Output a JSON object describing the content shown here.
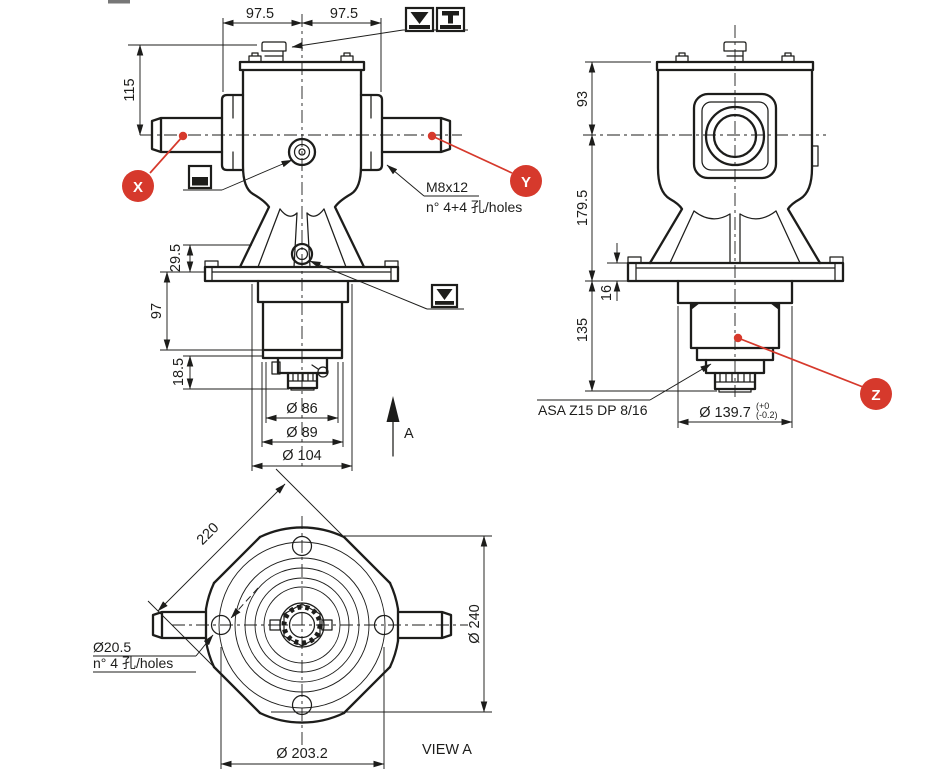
{
  "colors": {
    "ink": "#1d1d1b",
    "accent_red": "#d6392c"
  },
  "front_view": {
    "dim_width_left": "97.5",
    "dim_width_right": "97.5",
    "dim_115": "115",
    "dim_29_5": "29.5",
    "dim_97": "97",
    "dim_18_5": "18.5",
    "dim_d86": "Ø 86",
    "dim_d89": "Ø 89",
    "dim_d104": "Ø 104",
    "callout_thread": "M8x12",
    "callout_holes": "n° 4+4 孔/holes",
    "marker_x": "X",
    "marker_y": "Y",
    "section_arrow": "A"
  },
  "side_view": {
    "dim_93": "93",
    "dim_179_5": "179.5",
    "dim_16": "16",
    "dim_135": "135",
    "dim_d139_7": "Ø 139.7",
    "tol_upper": "(+0",
    "tol_lower": "(-0.2)",
    "callout_spline": "ASA Z15 DP 8/16",
    "marker_z": "Z"
  },
  "bottom_view": {
    "dim_220": "220",
    "dim_d240": "Ø 240",
    "dim_d203_2": "Ø 203.2",
    "callout_hole_dia": "Ø20.5",
    "callout_hole_count": "n° 4 孔/holes",
    "view_label": "VIEW A"
  },
  "icons": {
    "top_box_1": "oil-fill-triangle",
    "top_box_2": "breather-tee",
    "mid_box": "oil-level-half-box",
    "drain_box": "oil-drain-triangle"
  }
}
